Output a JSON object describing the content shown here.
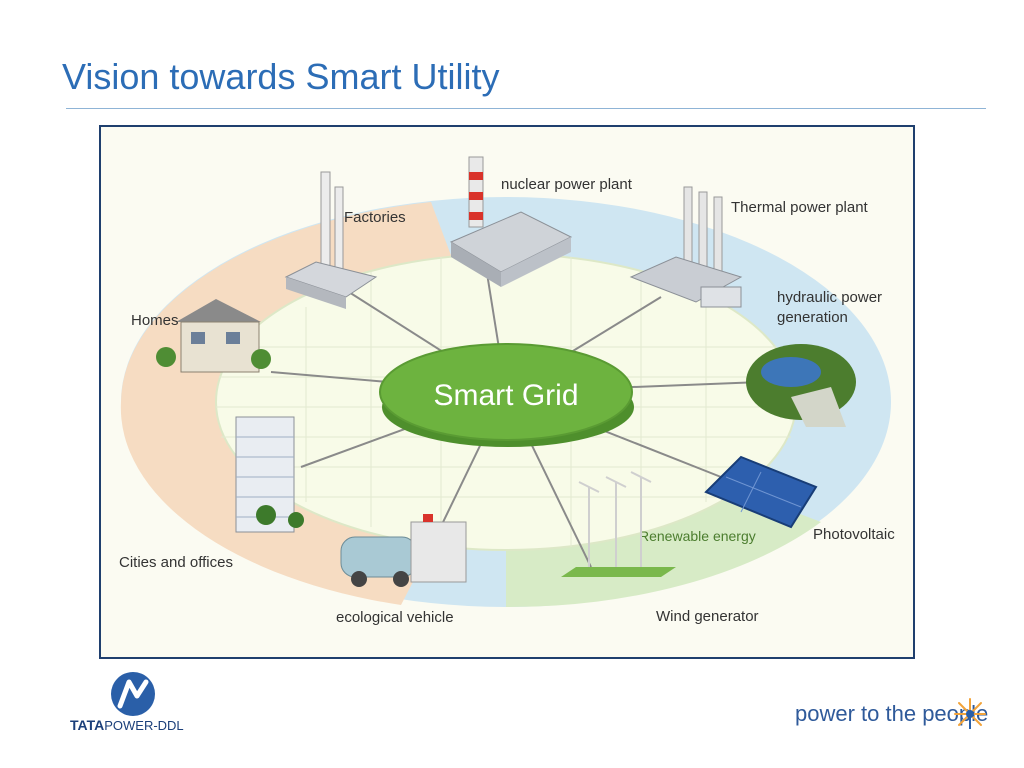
{
  "slide": {
    "title": "Vision towards Smart Utility"
  },
  "diagram": {
    "center_label": "Smart Grid",
    "nodes": [
      {
        "id": "nuclear",
        "label": "nuclear power plant"
      },
      {
        "id": "thermal",
        "label": "Thermal power plant"
      },
      {
        "id": "hydraulic",
        "label_line1": "hydraulic power",
        "label_line2": "generation"
      },
      {
        "id": "photovoltaic",
        "label": "Photovoltaic"
      },
      {
        "id": "renewable",
        "label": "Renewable energy"
      },
      {
        "id": "wind",
        "label": "Wind generator"
      },
      {
        "id": "vehicle",
        "label": "ecological vehicle"
      },
      {
        "id": "cities",
        "label": "Cities and offices"
      },
      {
        "id": "homes",
        "label": "Homes"
      },
      {
        "id": "factories",
        "label": "Factories"
      }
    ],
    "colors": {
      "center": "#6db33f",
      "spokes": "#8a8a8a",
      "ring_blue": "#cfe6f2",
      "ring_peach": "#f6dcc2",
      "ring_green": "#d7ebc6"
    }
  },
  "footer": {
    "brand": "TATA POWER-DDL",
    "brand_tata": "TATA",
    "brand_rest": "POWER-DDL",
    "tagline": "power to the people",
    "logo_icon": "tata-power-n-icon",
    "tagline_icon": "sunburst-icon"
  }
}
